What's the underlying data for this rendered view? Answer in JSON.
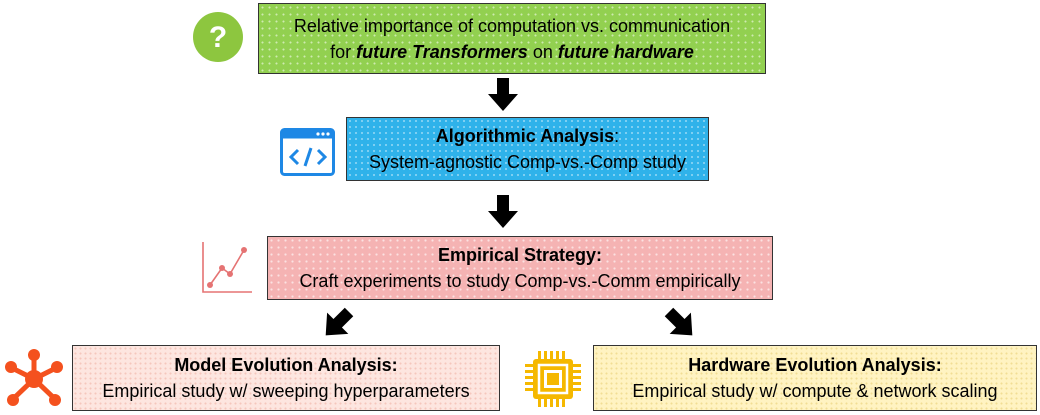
{
  "question": {
    "line1": "Relative importance of computation vs. communication",
    "line2_pre": "for ",
    "line2_em1": "future Transformers",
    "line2_mid": " on ",
    "line2_em2": "future hardware",
    "icon": "question-mark-circle-icon"
  },
  "algorithmic": {
    "title": "Algorithmic Analysis",
    "title_suffix": ":",
    "subtitle": "System-agnostic Comp-vs.-Comp study",
    "icon": "code-window-icon"
  },
  "empirical": {
    "title": "Empirical Strategy:",
    "subtitle": "Craft experiments to study Comp-vs.-Comm empirically",
    "icon": "line-chart-icon"
  },
  "model_evolution": {
    "title": "Model Evolution Analysis:",
    "subtitle": "Empirical study w/ sweeping hyperparameters",
    "icon": "network-nodes-icon"
  },
  "hardware_evolution": {
    "title": "Hardware Evolution Analysis:",
    "subtitle": "Empirical study w/ compute & network scaling",
    "icon": "cpu-chip-icon"
  },
  "colors": {
    "question_fill": "#92d050",
    "algorithmic_fill": "#2fb2ea",
    "empirical_fill": "#f5b3b3",
    "model_fill": "#fde6e0",
    "hardware_fill": "#fff3c2",
    "question_icon": "#8dc63f",
    "code_icon": "#1e88e5",
    "chart_icon": "#e57373",
    "network_icon": "#f4511e",
    "chip_icon": "#f5b800",
    "arrow": "#000000"
  }
}
